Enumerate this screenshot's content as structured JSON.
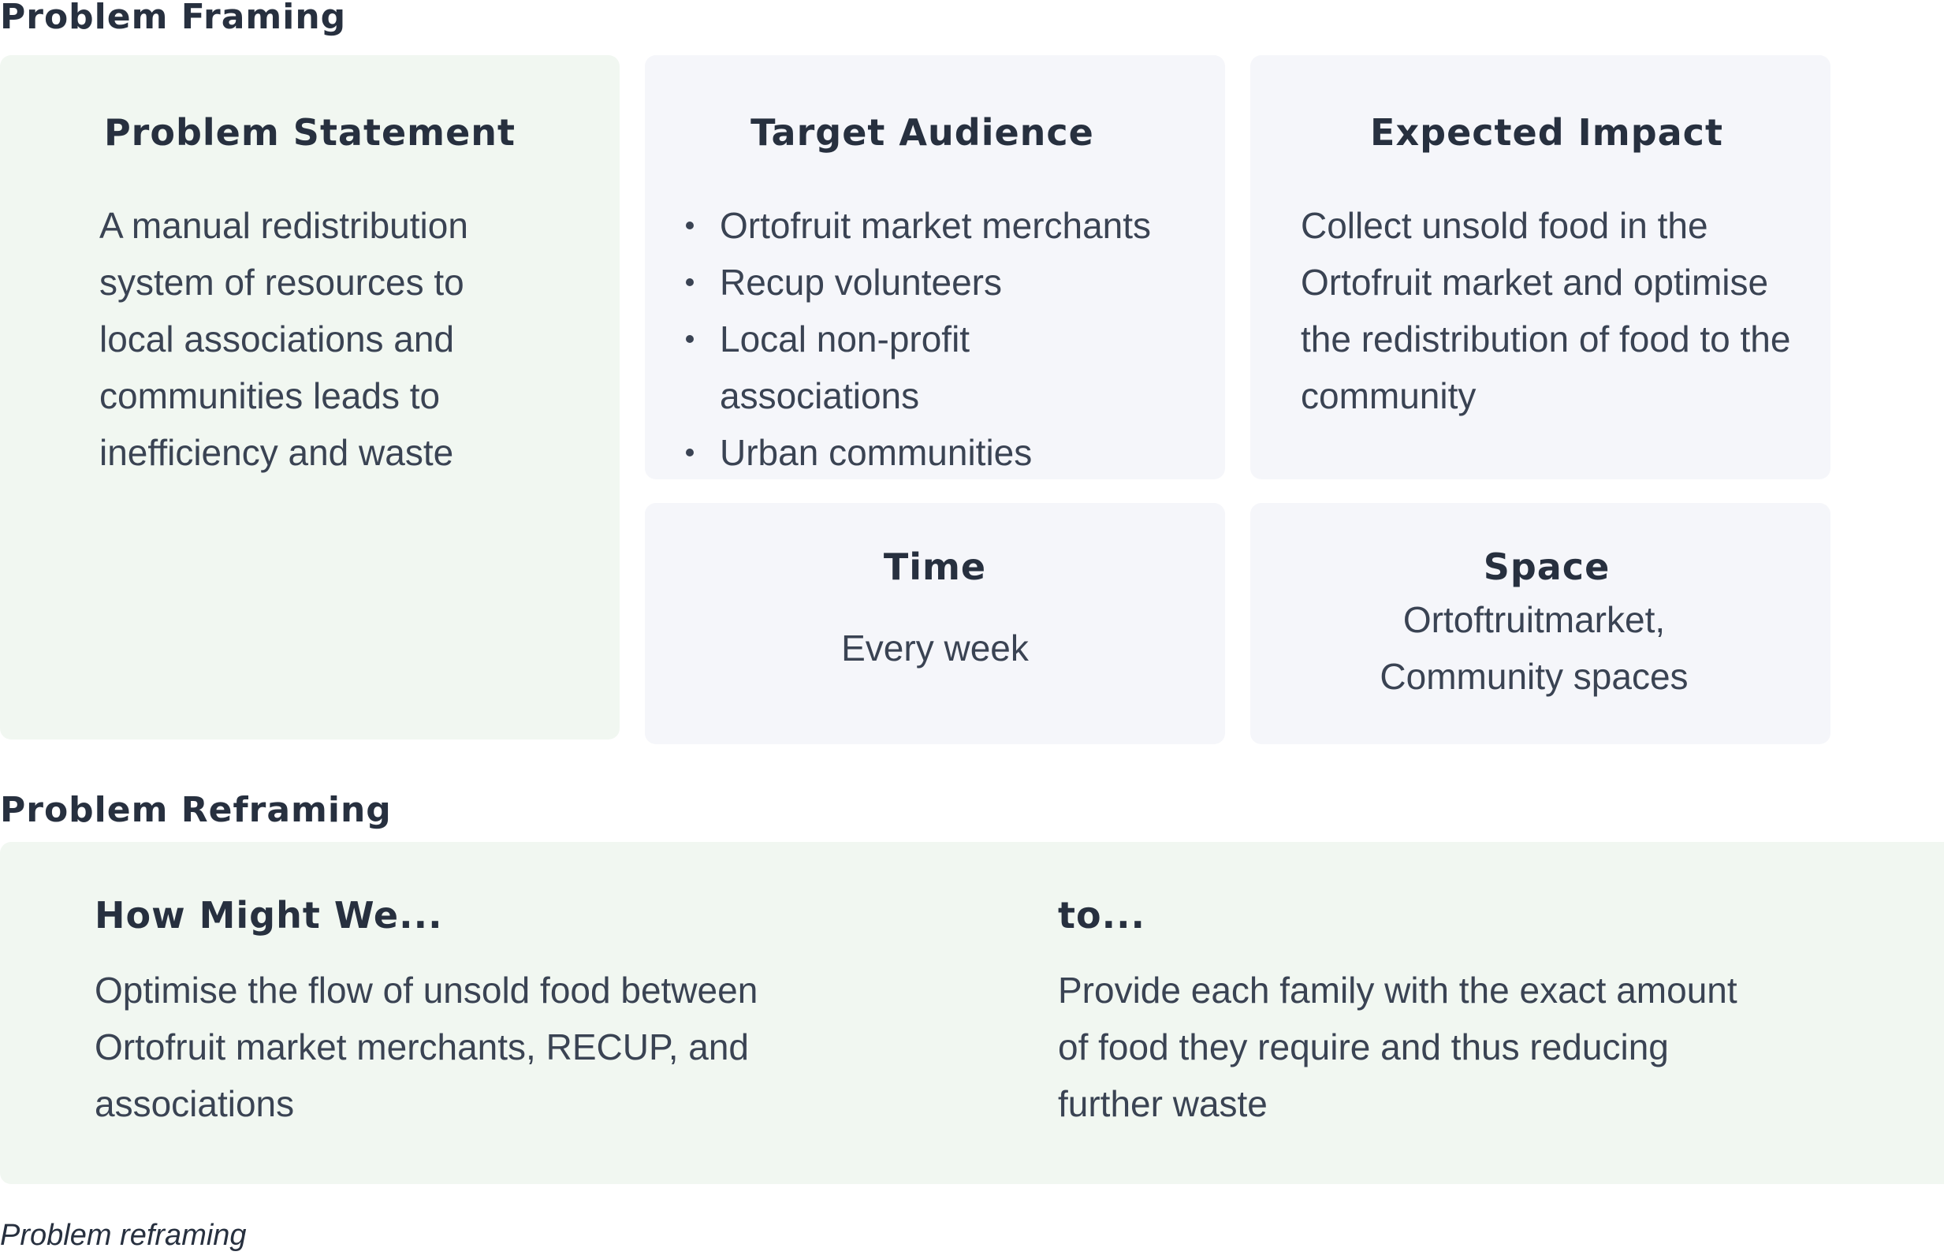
{
  "framing": {
    "title": "Problem Framing",
    "problem_statement": {
      "heading": "Problem Statement",
      "text": "A manual redistribution system of resources to local associations and communities leads to inefficiency and waste"
    },
    "target_audience": {
      "heading": "Target Audience",
      "items": [
        "Ortofruit market merchants",
        "Recup volunteers",
        "Local non-profit associations",
        "Urban communities"
      ]
    },
    "expected_impact": {
      "heading": "Expected Impact",
      "text": "Collect unsold food in the Ortofruit market and optimise the redistribution of food to the community"
    },
    "time": {
      "heading": "Time",
      "text": "Every week"
    },
    "space": {
      "heading": "Space",
      "text": "Ortoftruitmarket, Community spaces"
    }
  },
  "reframing": {
    "title": "Problem Reframing",
    "how_might_we": {
      "heading": "How Might We...",
      "text": "Optimise the flow of unsold food between Ortofruit market merchants, RECUP, and associations"
    },
    "to": {
      "heading": "to...",
      "text": "Provide each family with the exact amount of food they require and thus reducing further waste"
    }
  },
  "caption": "Problem reframing",
  "colors": {
    "green_card": "#f1f7f1",
    "grey_card": "#f5f6fa",
    "heading_text": "#27303f",
    "body_text": "#3a4353"
  }
}
